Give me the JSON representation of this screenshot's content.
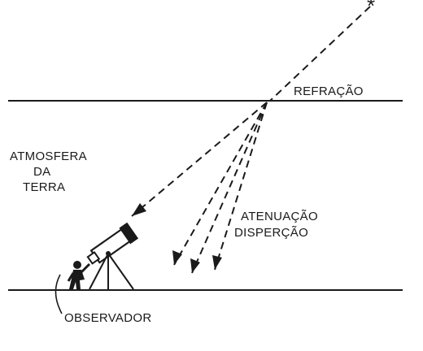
{
  "labels": {
    "star": "*",
    "refraction": "REFRAÇÃO",
    "atmosphere_line1": "ATMOSFERA",
    "atmosphere_line2": "DA",
    "atmosphere_line3": "TERRA",
    "attenuation": "ATENUAÇÃO",
    "dispersion": "DISPERÇÃO",
    "observer": "OBSERVADOR"
  },
  "colors": {
    "ink": "#1a1a1a",
    "background": "#ffffff"
  },
  "icons": {
    "star": "asterisk",
    "observer": "person-figure",
    "telescope": "telescope-on-tripod"
  }
}
